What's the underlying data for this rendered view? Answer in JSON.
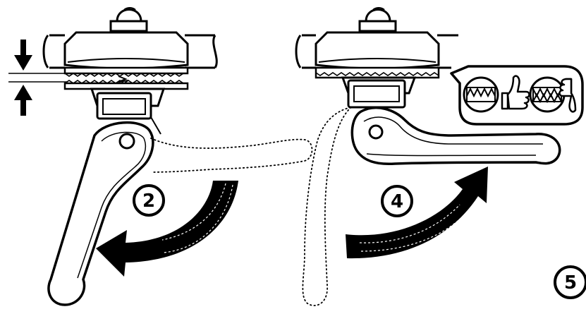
{
  "steps": {
    "left": "2",
    "right": "4",
    "page": "5"
  },
  "icons": {
    "close_gap_arrows": "vertical-gap-arrows-icon",
    "thumbs_up": "thumbs-up-icon",
    "thumbs_down": "thumbs-down-icon",
    "ok_teeth": "engaged-teeth-icon",
    "bad_teeth": "disengaged-teeth-icon"
  },
  "colors": {
    "ink": "#000000",
    "paper": "#ffffff"
  }
}
